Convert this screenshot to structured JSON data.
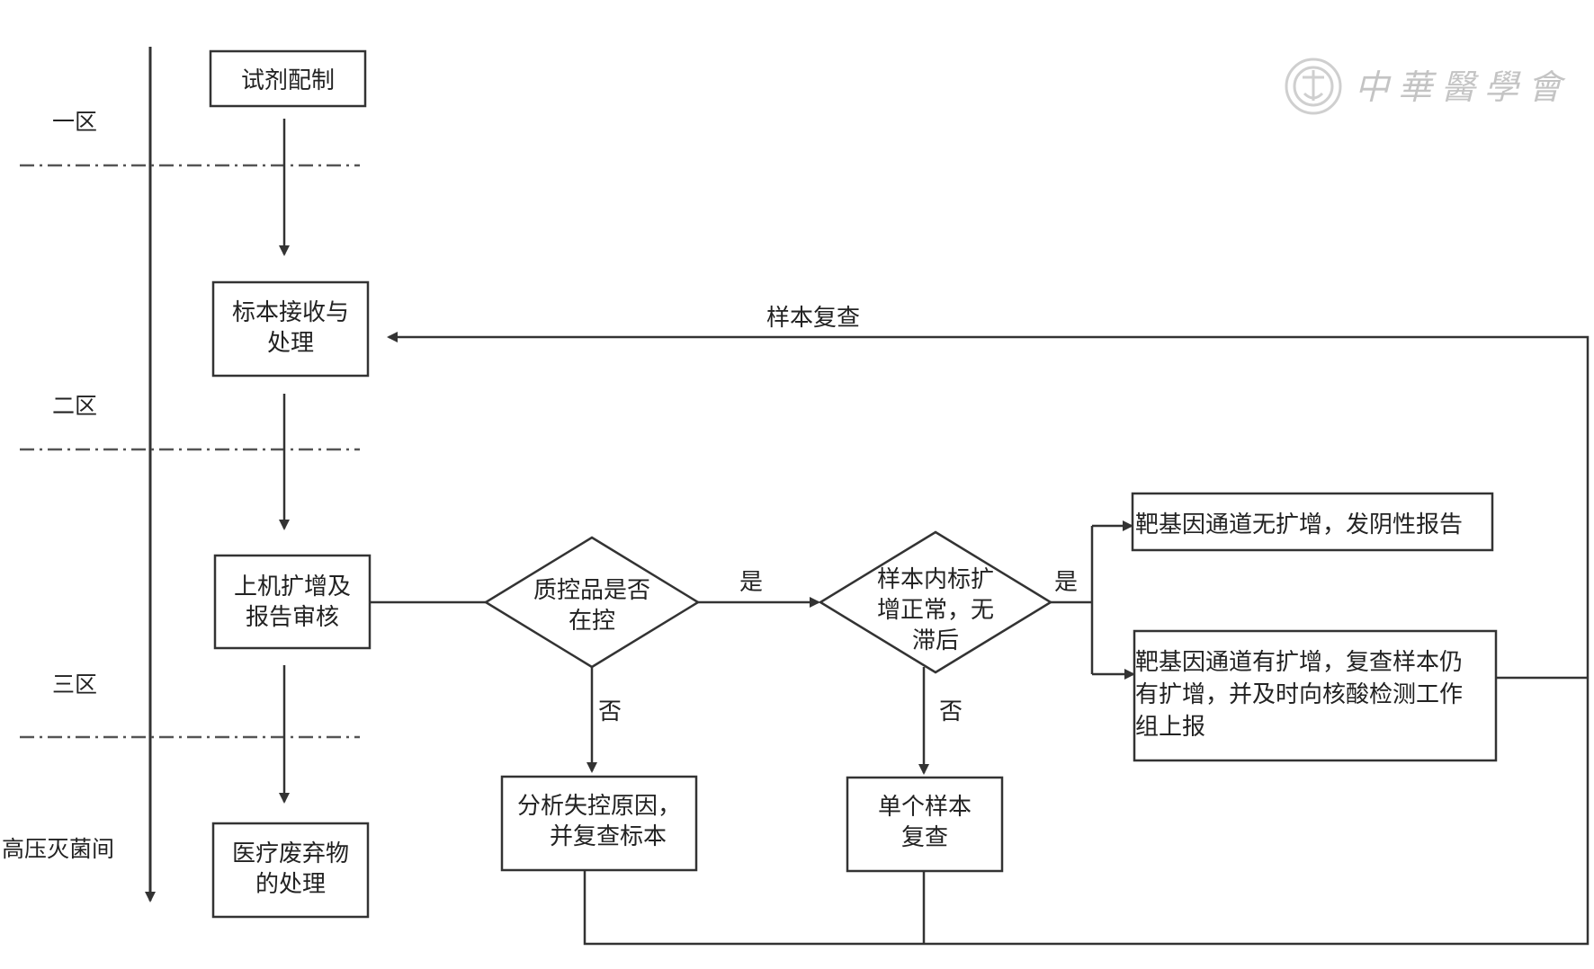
{
  "zones": {
    "zone1": "一区",
    "zone2": "二区",
    "zone3": "三区",
    "autoclave": "高压灭菌间"
  },
  "boxes": {
    "reagent": [
      "试剂配制"
    ],
    "specimen": [
      "标本接收与",
      "处理"
    ],
    "amplify": [
      "上机扩增及",
      "报告审核"
    ],
    "waste": [
      "医疗废弃物",
      "的处理"
    ],
    "analyze": [
      "分析失控原因，",
      "并复查标本"
    ],
    "single": [
      "单个样本",
      "复查"
    ],
    "negative": [
      "靶基因通道无扩增，发阴性报告"
    ],
    "positive": [
      "靶基因通道有扩增，复查样本仍",
      "有扩增，并及时向核酸检测工作",
      "组上报"
    ]
  },
  "decisions": {
    "qc": [
      "质控品是否",
      "在控"
    ],
    "ic": [
      "样本内标扩",
      "增正常，无",
      "滞后"
    ]
  },
  "labels": {
    "yes": "是",
    "no": "否",
    "recheck": "样本复查"
  },
  "watermark": {
    "text": "中華醫學會"
  }
}
